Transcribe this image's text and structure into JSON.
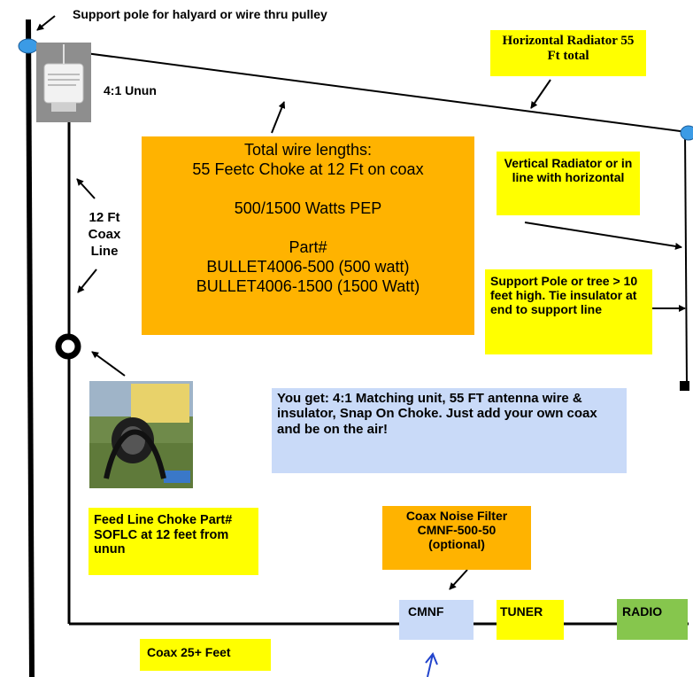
{
  "colors": {
    "label_yellow": "#ffff00",
    "label_orange": "#ffb300",
    "label_blue": "#c9daf8",
    "label_green": "#86c64d",
    "insulator_blue": "#3b9be6",
    "arrow_blue": "#2244cc"
  },
  "labels": {
    "pole_top": "Support pole for halyard or wire thru pulley",
    "horizontal_radiator": "Horizontal Radiator 55 Ft total",
    "unun": "4:1 Unun",
    "coax_line": "12 Ft Coax Line",
    "main_lines": [
      "Total wire lengths:",
      "55 Feetc Choke at 12 Ft on coax",
      "",
      "500/1500 Watts PEP",
      "",
      "Part#",
      "BULLET4006-500 (500 watt)",
      "BULLET4006-1500 (1500 Watt)"
    ],
    "vertical_radiator": "Vertical Radiator or in line with horizontal",
    "support_pole": "Support Pole or tree > 10 feet high. Tie insulator at end to support line",
    "you_get": "You get: 4:1 Matching unit, 55 FT antenna wire & insulator, Snap On Choke.  Just add your own coax and be on the air!",
    "feed_line_choke": "Feed Line Choke Part# SOFLC  at 12 feet from unun",
    "noise_filter": "Coax Noise Filter CMNF-500-50 (optional)",
    "cmnf": "CMNF",
    "tuner": "TUNER",
    "radio": "RADIO",
    "coax_25": "Coax 25+ Feet"
  },
  "icons": [
    "insulator-icon",
    "unun-photo",
    "choke-ring-icon",
    "choke-photo",
    "wire-end-weight-icon"
  ]
}
